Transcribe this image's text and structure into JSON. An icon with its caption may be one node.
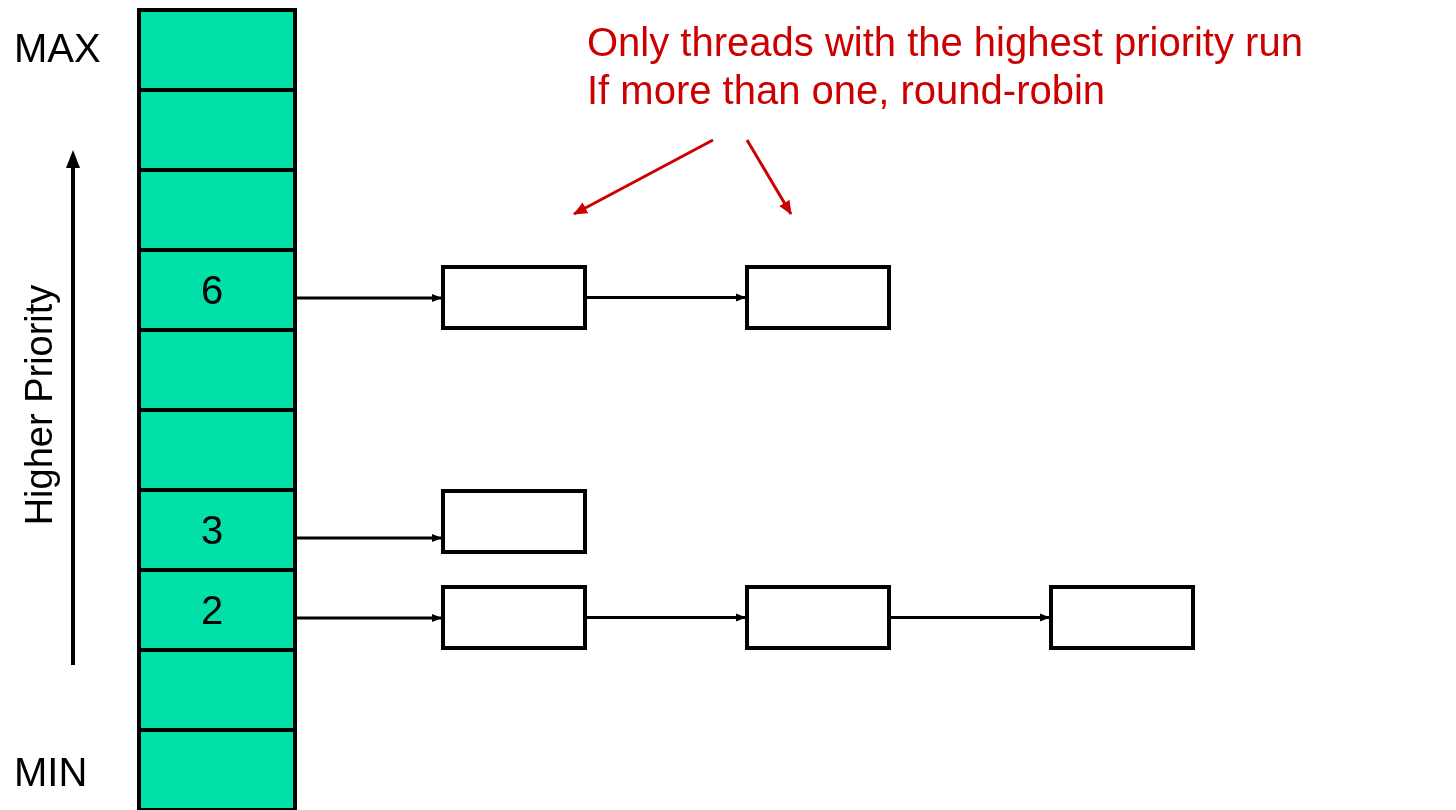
{
  "diagram": {
    "nodes": [
      {
        "text": [],
        "shape": "box"
      },
      {
        "text": [],
        "shape": "box"
      },
      {
        "text": [],
        "shape": "box"
      },
      {
        "text": [
          "6"
        ]
      },
      {
        "text": [],
        "shape": "box"
      },
      {
        "text": [],
        "shape": "box"
      },
      {
        "text": [
          "3"
        ]
      },
      {
        "text": [
          "2"
        ]
      },
      {
        "text": [],
        "shape": "box"
      },
      {
        "text": [],
        "shape": "box"
      },
      {
        "text": [
          "Only threads with the highest priority run",
          "If more than one, round-robin"
        ]
      },
      {
        "text": [],
        "shape": "box"
      },
      {
        "text": [],
        "shape": "box"
      },
      {
        "text": [],
        "shape": "box"
      },
      {
        "text": [],
        "shape": "box"
      },
      {
        "text": [],
        "shape": "box"
      },
      {
        "text": [],
        "shape": "box"
      }
    ],
    "edges": [
      {
        "from": 10,
        "to": null,
        "arrow": "to",
        "color": "#cc0000"
      },
      {
        "from": 10,
        "to": null,
        "arrow": "to",
        "color": "#cc0000"
      },
      {
        "from": 3,
        "to": 11,
        "arrow": "to"
      },
      {
        "from": 11,
        "to": 12,
        "arrow": "to"
      },
      {
        "from": 6,
        "to": 13,
        "arrow": "to"
      },
      {
        "from": 7,
        "to": 14,
        "arrow": "to"
      },
      {
        "from": 14,
        "to": 15,
        "arrow": "to"
      },
      {
        "from": 15,
        "to": 16,
        "arrow": "to"
      }
    ],
    "labels": [
      "MAX",
      "Higher Priority",
      "MIN"
    ]
  }
}
